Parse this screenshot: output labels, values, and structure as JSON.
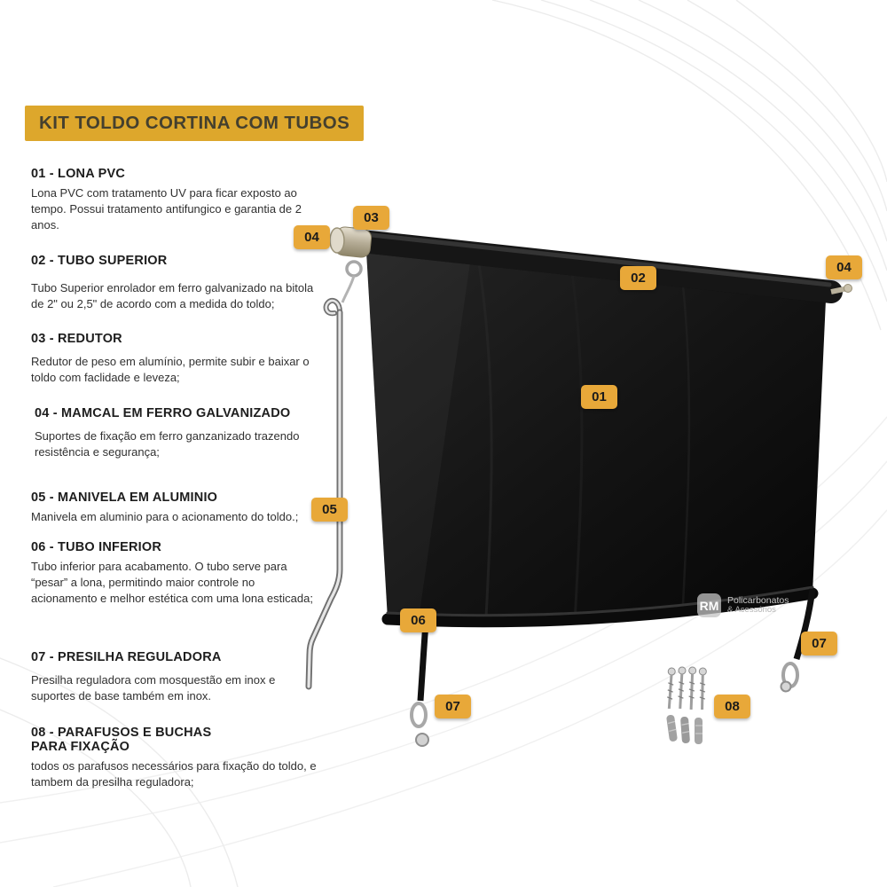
{
  "page": {
    "title": "KIT TOLDO CORTINA COM TUBOS"
  },
  "sections": [
    {
      "heading": "01 - LONA PVC",
      "body": "Lona PVC com tratamento UV para ficar exposto ao tempo. Possui tratamento antifungico e garantia de 2 anos."
    },
    {
      "heading": "02 - TUBO SUPERIOR",
      "body": "Tubo Superior enrolador em ferro galvanizado na bitola de 2\" ou 2,5\" de acordo com a medida do toldo;"
    },
    {
      "heading": "03 - REDUTOR",
      "body": "Redutor de peso em alumínio, permite subir e baixar o toldo com faclidade e leveza;"
    },
    {
      "heading": "04 - MAMCAL  EM FERRO GALVANIZADO",
      "body": "Suportes de fixação em ferro ganzanizado trazendo resistência e segurança;"
    },
    {
      "heading": "05 - MANIVELA EM ALUMINIO",
      "body": "Manivela em aluminio para o acionamento do toldo.;"
    },
    {
      "heading": "06 - TUBO INFERIOR",
      "body": "Tubo inferior para acabamento. O tubo serve para “pesar” a lona, permitindo maior controle no acionamento e melhor estética com uma lona esticada;"
    },
    {
      "heading": "07 - PRESILHA REGULADORA",
      "body": "Presilha reguladora com mosquestão em inox e suportes de base também em inox."
    },
    {
      "heading": "08 - PARAFUSOS E BUCHAS\nPARA FIXAÇÃO",
      "body": "todos os parafusos necessários para fixação do toldo, e tambem da presilha reguladora;"
    }
  ],
  "badges": {
    "b01": "01",
    "b02": "02",
    "b03": "03",
    "b04_left": "04",
    "b04_right": "04",
    "b05": "05",
    "b06": "06",
    "b07_left": "07",
    "b07_right": "07",
    "b08": "08"
  },
  "logo": {
    "abbr": "RM",
    "line1": "Policarbonatos",
    "line2": "& Acessórios"
  },
  "colors": {
    "accent": "#dda72c",
    "badge": "#e8a839",
    "canvas_black": "#131313",
    "metal_silver": "#b5ac96"
  }
}
